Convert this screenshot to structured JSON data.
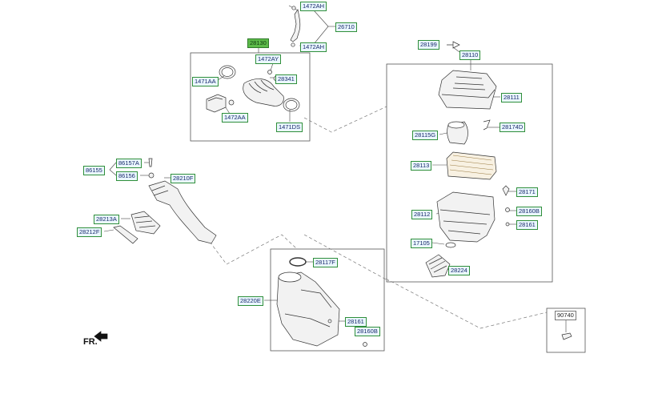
{
  "direction_label": "FR.",
  "labels": {
    "l_1472AH_top": "1472AH",
    "l_26710": "26710",
    "l_28130": "28130",
    "l_1472AH_mid": "1472AH",
    "l_1472AY": "1472AY",
    "l_1471AA": "1471AA",
    "l_28341": "28341",
    "l_1472AA": "1472AA",
    "l_1471DS": "1471DS",
    "l_28199": "28199",
    "l_28110": "28110",
    "l_28111": "28111",
    "l_28115G": "28115G",
    "l_28174D": "28174D",
    "l_28113": "28113",
    "l_28171": "28171",
    "l_28112": "28112",
    "l_28160B_r": "28160B",
    "l_28161_r": "28161",
    "l_17105": "17105",
    "l_28224": "28224",
    "l_86157A": "86157A",
    "l_86155": "86155",
    "l_86156": "86156",
    "l_28210F": "28210F",
    "l_28213A": "28213A",
    "l_28212F": "28212F",
    "l_28117F": "28117F",
    "l_28220E": "28220E",
    "l_28161_b": "28161",
    "l_28160B_b": "28160B",
    "l_90740": "90740"
  }
}
